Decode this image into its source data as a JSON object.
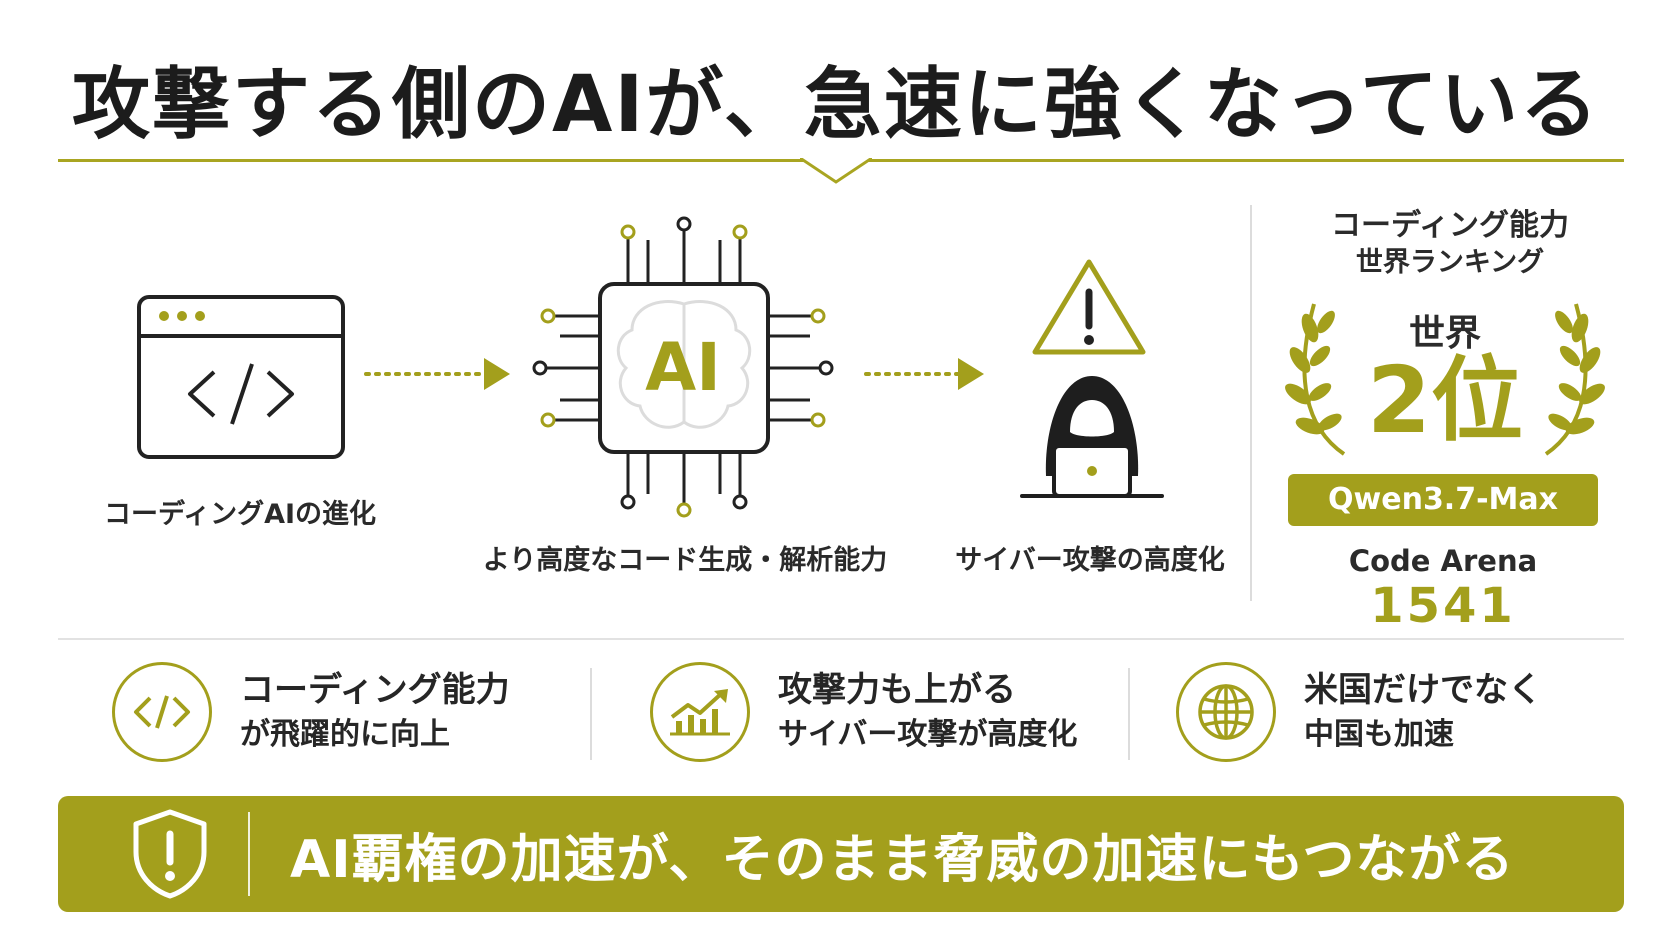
{
  "header": {
    "title": "攻撃する側のAIが、急速に強くなっている"
  },
  "flow": {
    "step1_label": "コーディングAIの進化",
    "chip_text": "AI",
    "step2_label": "より高度なコード生成・解析能力",
    "step3_label": "サイバー攻撃の高度化"
  },
  "ranking": {
    "heading_line1": "コーディング能力",
    "heading_line2": "世界ランキング",
    "world": "世界",
    "rank": "2位",
    "model": "Qwen3.7-Max",
    "arena_label": "Code Arena",
    "arena_score": "1541"
  },
  "features": [
    {
      "line1": "コーディング能力",
      "line2": "が飛躍的に向上",
      "icon": "code-icon"
    },
    {
      "line1": "攻撃力も上がる",
      "line2": "サイバー攻撃が高度化",
      "icon": "trend-up-icon"
    },
    {
      "line1": "米国だけでなく",
      "line2": "中国も加速",
      "icon": "globe-icon"
    }
  ],
  "banner": {
    "text": "AI覇権の加速が、そのまま脅威の加速にもつながる",
    "icon": "shield-warning-icon"
  },
  "colors": {
    "accent": "#a39f1c",
    "rule": "#a9a521",
    "text": "#1f1f1f"
  }
}
